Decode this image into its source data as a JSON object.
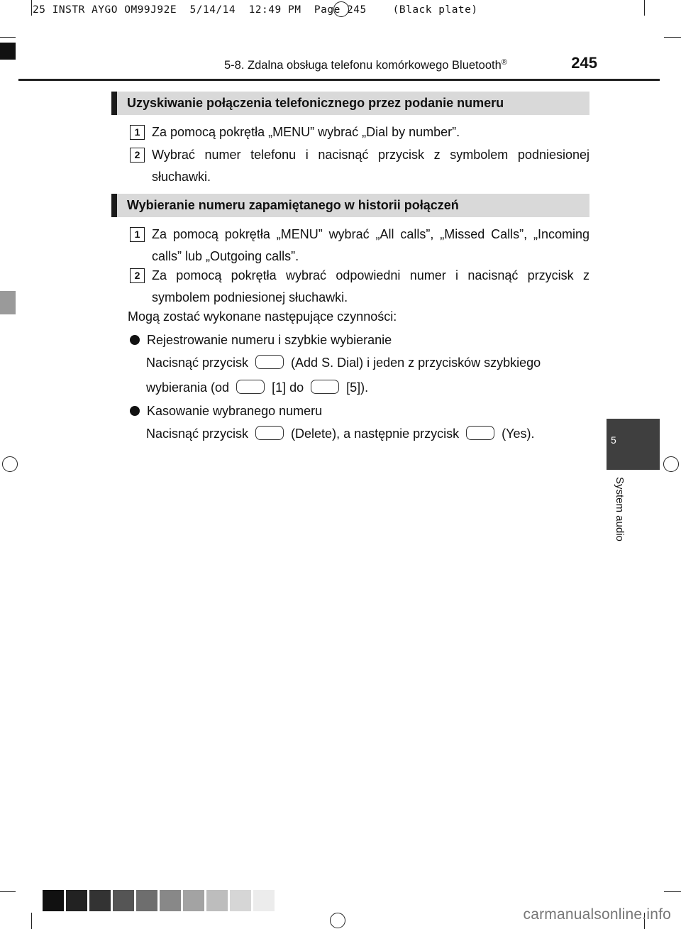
{
  "slug_line": "25 INSTR AYGO OM99J92E  5/14/14  12:49 PM  Page 245    (Black plate)",
  "header": {
    "running_title": "5-8. Zdalna obsługa telefonu komórkowego Bluetooth",
    "registered_mark": "®",
    "page_number": "245"
  },
  "section1": {
    "title": "Uzyskiwanie połączenia telefonicznego przez podanie numeru",
    "steps": [
      {
        "num": "1",
        "text": "Za pomocą pokrętła „MENU” wybrać „Dial by number”."
      },
      {
        "num": "2",
        "text": "Wybrać numer telefonu i nacisnąć przycisk z symbolem podniesionej słuchawki."
      }
    ]
  },
  "section2": {
    "title": "Wybieranie numeru zapamiętanego w historii połączeń",
    "steps": [
      {
        "num": "1",
        "text": "Za pomocą pokrętła „MENU” wybrać „All calls”, „Missed Calls”, „Incoming calls” lub „Outgoing calls”."
      },
      {
        "num": "2",
        "text": "Za pomocą pokrętła wybrać odpowiedni numer i nacisnąć przycisk z symbolem podniesionej słuchawki."
      }
    ],
    "intro": "Mogą zostać wykonane następujące czynności:",
    "bullets": [
      {
        "title": "Rejestrowanie numeru i szybkie wybieranie",
        "line1_a": "Nacisnąć przycisk",
        "line1_b": "(Add S. Dial) i jeden z przycisków szybkiego",
        "line2_a": "wybierania (od",
        "line2_b": "[1] do",
        "line2_c": "[5])."
      },
      {
        "title": "Kasowanie wybranego numeru",
        "line1_a": "Nacisnąć przycisk",
        "line1_b": "(Delete), a następnie przycisk",
        "line1_c": "(Yes)."
      }
    ]
  },
  "side_tab": {
    "number": "5",
    "label": "System audio"
  },
  "watermark": "carmanualsonline.info",
  "swatch_colors": [
    "#111111",
    "#222222",
    "#333333",
    "#555555",
    "#6e6e6e",
    "#888888",
    "#a3a3a3",
    "#bdbdbd",
    "#d6d6d6",
    "#ececec"
  ]
}
